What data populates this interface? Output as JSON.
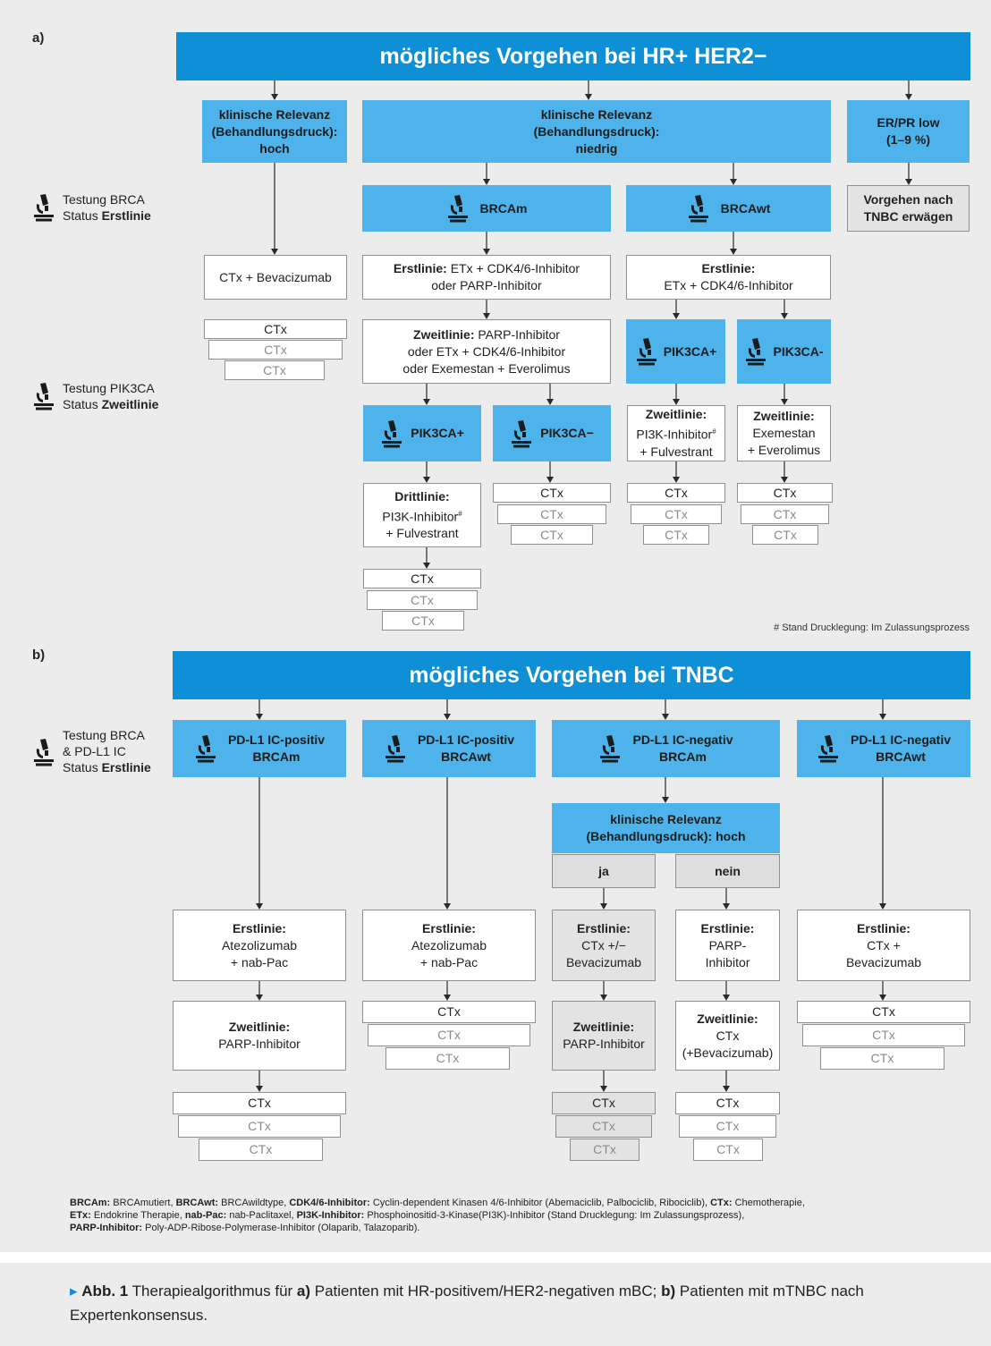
{
  "panel_a": {
    "label": "a)",
    "title": "mögliches Vorgehen bei HR+ HER2−",
    "relevance_high": [
      "klinische Relevanz",
      "(Behandlungsdruck):",
      "hoch"
    ],
    "relevance_low": [
      "klinische Relevanz",
      "(Behandlungsdruck):",
      "niedrig"
    ],
    "er_pr_low": [
      "ER/PR low",
      "(1–9 %)"
    ],
    "tnbc_consider": [
      "Vorgehen nach",
      "TNBC erwägen"
    ],
    "brcam": "BRCAm",
    "brcawt": "BRCAwt",
    "ctx_bev": "CTx + Bevacizumab",
    "brcam_first_bold": "Erstlinie:",
    "brcam_first_rest": " ETx + CDK4/6-Inhibitor",
    "brcam_first_line2": "oder PARP-Inhibitor",
    "brcawt_first_bold": "Erstlinie:",
    "brcawt_first_line2": "ETx + CDK4/6-Inhibitor",
    "second_bold": "Zweitlinie:",
    "second_rest": " PARP-Inhibitor",
    "second_line2": "oder ETx + CDK4/6-Inhibitor",
    "second_line3": "oder Exemestan + Everolimus",
    "pik_pos_left": "PIK3CA+",
    "pik_neg_left": "PIK3CA−",
    "pik_pos_right": "PIK3CA+",
    "pik_neg_right": "PIK3CA-",
    "third_bold": "Drittlinie:",
    "third_line2": "PI3K-Inhibitor",
    "third_line3": "+ Fulvestrant",
    "second_pi3k_bold": "Zweitlinie:",
    "second_pi3k_line2": "PI3K-Inhibitor",
    "second_pi3k_line3": "+ Fulvestrant",
    "second_exe_bold": "Zweitlinie:",
    "second_exe_line2": "Exemestan",
    "second_exe_line3": "+ Everolimus",
    "footnote_mark": "#",
    "footnote": "# Stand Drucklegung: Im Zulassungsprozess"
  },
  "ctx_label": "CTx",
  "side_a1": [
    "Testung BRCA",
    "Status ",
    "Erstlinie"
  ],
  "side_a2": [
    "Testung PIK3CA",
    "Status ",
    "Zweitlinie"
  ],
  "side_b1": [
    "Testung BRCA",
    "& PD-L1 IC",
    "Status ",
    "Erstlinie"
  ],
  "panel_b": {
    "label": "b)",
    "title": "mögliches Vorgehen bei TNBC",
    "pd_pos_brcam": [
      "PD-L1 IC-positiv",
      "BRCAm"
    ],
    "pd_pos_brcawt": [
      "PD-L1 IC-positiv",
      "BRCAwt"
    ],
    "pd_neg_brcam": [
      "PD-L1 IC-negativ",
      "BRCAm"
    ],
    "pd_neg_brcawt": [
      "PD-L1 IC-negativ",
      "BRCAwt"
    ],
    "relevance": [
      "klinische Relevanz",
      "(Behandlungsdruck): hoch"
    ],
    "yes": "ja",
    "no": "nein",
    "col1_first": [
      "Erstlinie:",
      "Atezolizumab",
      "+ nab-Pac"
    ],
    "col2_first": [
      "Erstlinie:",
      "Atezolizumab",
      "+ nab-Pac"
    ],
    "col3_first": [
      "Erstlinie:",
      "CTx +/−",
      "Bevacizumab"
    ],
    "col4_first": [
      "Erstlinie:",
      "PARP-",
      "Inhibitor"
    ],
    "col5_first": [
      "Erstlinie:",
      "CTx +",
      "Bevacizumab"
    ],
    "col1_second": [
      "Zweitlinie:",
      "PARP-Inhibitor"
    ],
    "col3_second": [
      "Zweitlinie:",
      "PARP-Inhibitor"
    ],
    "col4_second": [
      "Zweitlinie:",
      "CTx",
      "(+Bevacizumab)"
    ]
  },
  "legend": {
    "parts": [
      [
        "BRCAm:",
        " BRCAmutiert, "
      ],
      [
        "BRCAwt:",
        " BRCAwildtype, "
      ],
      [
        "CDK4/6-Inhibitor:",
        " Cyclin-dependent Kinasen 4/6-Inhibitor (Abemaciclib, Palbociclib, Ribociclib), "
      ],
      [
        "CTx:",
        " Chemotherapie,"
      ],
      [
        "ETx:",
        " Endokrine Therapie, "
      ],
      [
        "nab-Pac:",
        " nab-Paclitaxel, "
      ],
      [
        "PI3K-Inhibitor:",
        " Phosphoinositid-3-Kinase(PI3K)-Inhibitor (Stand Drucklegung: Im Zulassungsprozess),"
      ],
      [
        "PARP-Inhibitor:",
        " Poly-ADP-Ribose-Polymerase-Inhibitor (Olaparib, Talazoparib)."
      ]
    ]
  },
  "caption": {
    "marker": "▸",
    "fig": "Abb. 1",
    "t1": " Therapiealgorithmus für ",
    "a": "a)",
    "t2": " Patienten mit HR-positivem/HER2-negativen mBC; ",
    "b": "b)",
    "t3": " Patienten mit mTNBC nach Expertenkonsensus."
  },
  "colors": {
    "banner": "#0e8fd6",
    "light_blue": "#4db3ea",
    "panel_bg": "#ececec"
  },
  "icon": "microscope-icon"
}
